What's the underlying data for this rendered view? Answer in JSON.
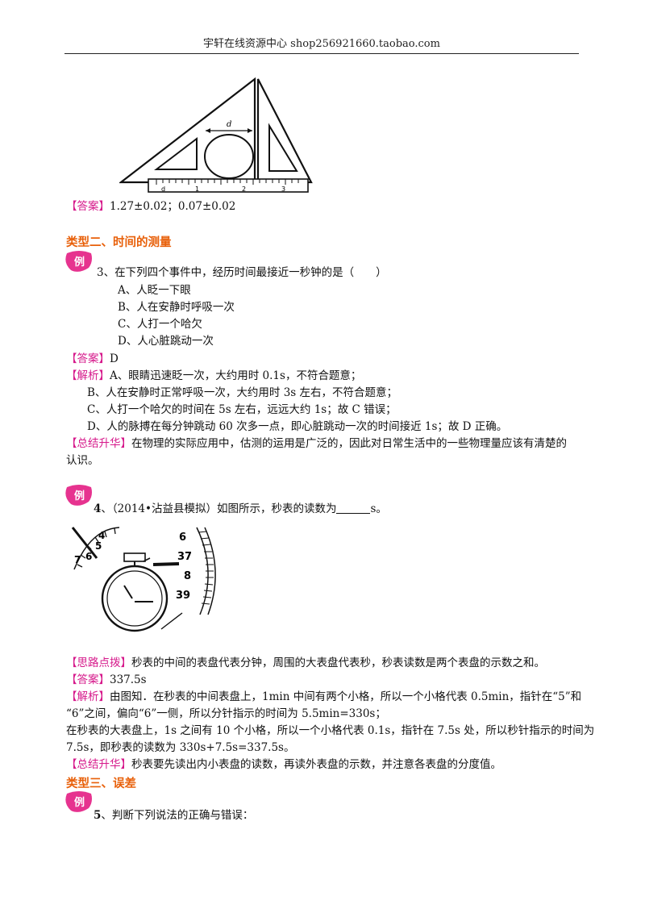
{
  "header": {
    "text": "宇轩在线资源中心   shop256921660.taobao.com"
  },
  "figure1": {
    "gap_label": "d",
    "ruler_labels": [
      "d",
      "1",
      "2",
      "3"
    ]
  },
  "answer1": {
    "label": "【答案】",
    "text": "1.27±0.02；0.07±0.02"
  },
  "section2": {
    "title": "类型二、时间的测量"
  },
  "badge_text": "例",
  "q3": {
    "stem": "3、在下列四个事件中，经历时间最接近一秒钟的是（　　）",
    "options": [
      "A、人眨一下眼",
      "B、人在安静时呼吸一次",
      "C、人打一个哈欠",
      "D、人心脏跳动一次"
    ]
  },
  "answer3": {
    "label": "【答案】",
    "text": "D"
  },
  "analysis3": {
    "label": "【解析】",
    "lines": [
      "A、眼睛迅速眨一次，大约用时 0.1s，不符合题意；",
      "B、人在安静时正常呼吸一次，大约用时 3s 左右，不符合题意；",
      "C、人打一个哈欠的时间在 5s 左右，远远大约 1s；故 C 错误；",
      "D、人的脉搏在每分钟跳动 60 次多一点，即心脏跳动一次的时间接近 1s；故 D 正确。"
    ]
  },
  "summary3": {
    "label": "【总结升华】",
    "line1": "在物理的实际应用中，估测的运用是广泛的，因此对日常生活中的一些物理量应该有清楚的",
    "line2": "认识。"
  },
  "q4": {
    "num": "4",
    "stem_pre": "、（2014•沾益县模拟）如图所示，秒表的读数为",
    "stem_post": "s。"
  },
  "figure2": {
    "inner_labels": [
      "4",
      "5",
      "6",
      "7"
    ],
    "outer_labels": [
      "6",
      "37",
      "8",
      "39"
    ]
  },
  "hint4": {
    "label": "【思路点拨】",
    "text": "秒表的中间的表盘代表分钟，周围的大表盘代表秒，秒表读数是两个表盘的示数之和。"
  },
  "answer4": {
    "label": "【答案】",
    "text": "337.5s"
  },
  "analysis4": {
    "label": "【解析】",
    "line1": "由图知．在秒表的中间表盘上，1min 中间有两个小格，所以一个小格代表 0.5min，指针在“5”和",
    "line2": "“6”之间，偏向“6”一侧，所以分针指示的时间为 5.5min=330s；",
    "line3": "在秒表的大表盘上，1s 之间有 10 个小格，所以一个小格代表 0.1s，指针在 7.5s 处，所以秒针指示的时间为",
    "line4": "7.5s，即秒表的读数为 330s+7.5s=337.5s。"
  },
  "summary4": {
    "label": "【总结升华】",
    "text": "秒表要先读出内小表盘的读数，再读外表盘的示数，并注意各表盘的分度值。"
  },
  "section3": {
    "title": "类型三、误差"
  },
  "q5": {
    "num": "5",
    "stem": "、判断下列说法的正确与错误："
  }
}
